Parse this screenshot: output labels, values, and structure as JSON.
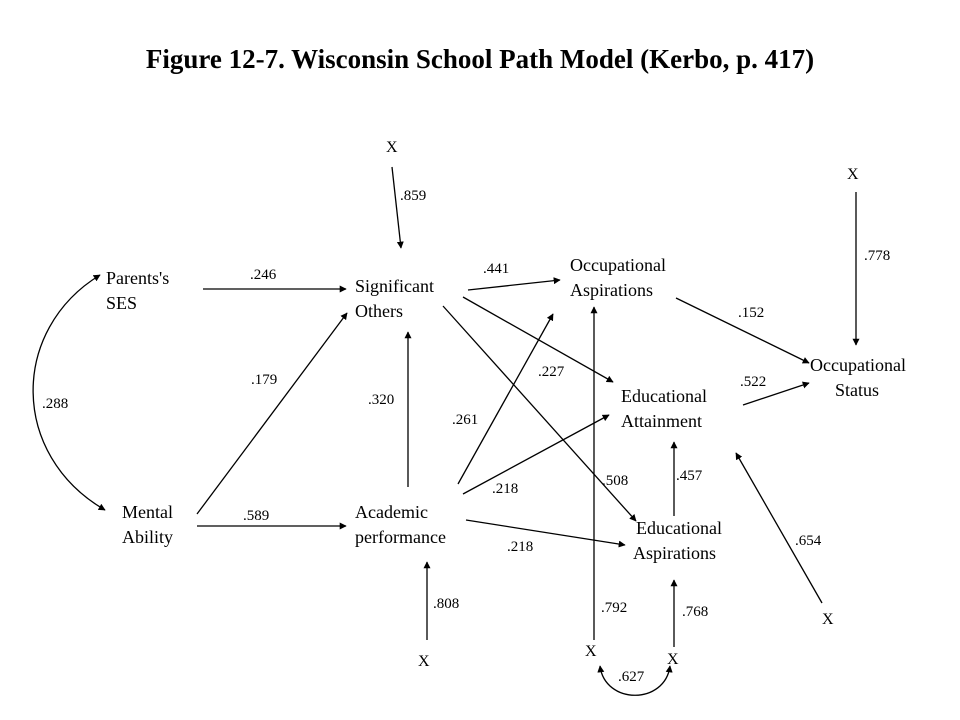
{
  "title": "Figure 12-7. Wisconsin School Path Model (Kerbo, p. 417)",
  "nodes": {
    "parents_ses": [
      "Parents's",
      "SES"
    ],
    "mental_ability": [
      "Mental",
      "Ability"
    ],
    "significant_others": [
      "Significant",
      "Others"
    ],
    "academic_performance": [
      "Academic",
      "performance"
    ],
    "occupational_aspirations": [
      "Occupational",
      "Aspirations"
    ],
    "educational_attainment": [
      "Educational",
      "Attainment"
    ],
    "educational_aspirations": [
      "Educational",
      "Aspirations"
    ],
    "occupational_status": [
      "Occupational",
      "Status"
    ]
  },
  "error_label": "X",
  "coefficients": {
    "ses_mental_corr": ".288",
    "ses_to_so": ".246",
    "ability_to_so": ".179",
    "ability_to_ap": ".589",
    "ap_to_so": ".320",
    "err_so": ".859",
    "so_to_occasp": ".441",
    "so_to_eduatt": ".227",
    "so_to_eduasp": ".508",
    "ap_to_occasp": ".261",
    "ap_to_eduatt": ".218",
    "ap_to_eduasp": ".218",
    "err_ap": ".808",
    "err_occasp": ".792",
    "err_eduasp": ".768",
    "err_corr": ".627",
    "eduasp_to_eduatt": ".457",
    "err_eduatt": ".654",
    "occasp_to_status": ".152",
    "eduatt_to_status": ".522",
    "err_status": ".778"
  }
}
